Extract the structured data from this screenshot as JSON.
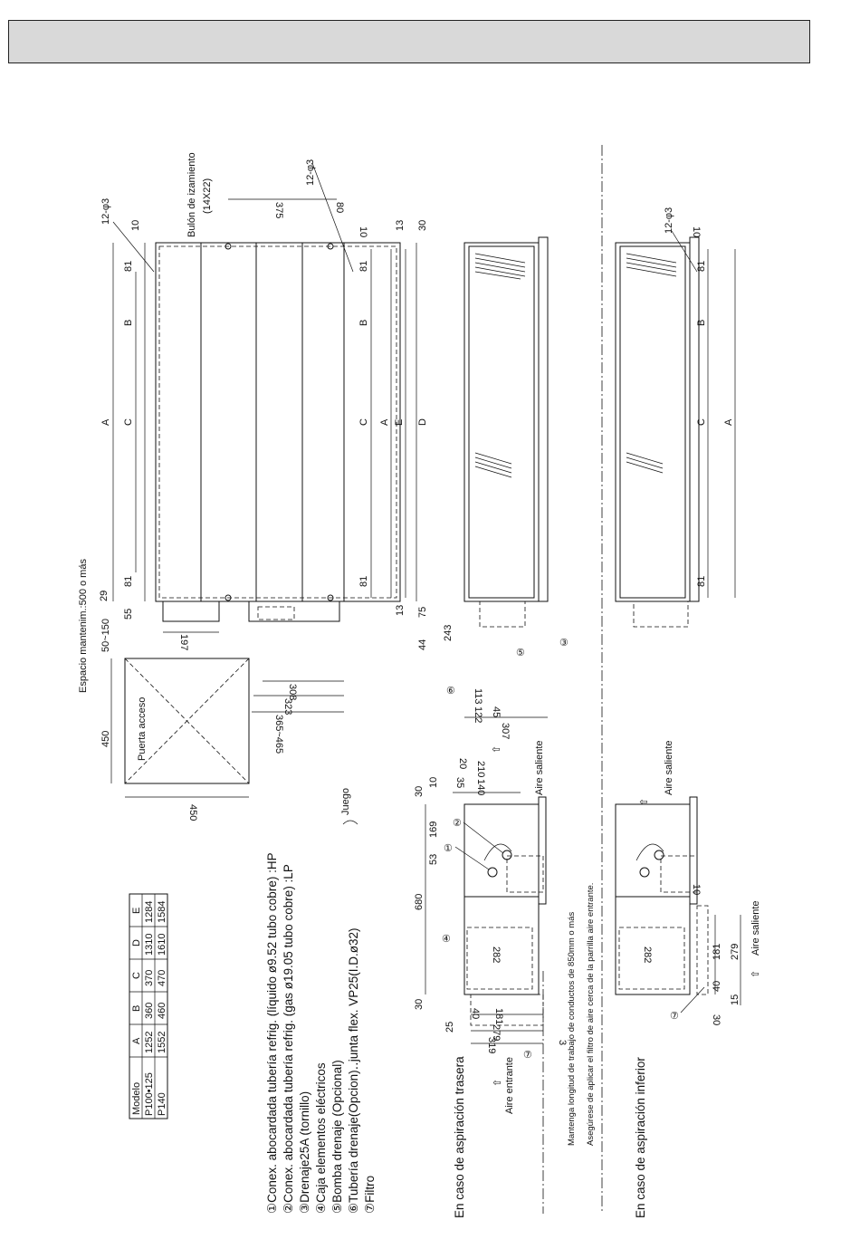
{
  "model_table": {
    "headers": [
      "Modelo",
      "A",
      "B",
      "C",
      "D",
      "E"
    ],
    "rows": [
      [
        "P100•125",
        "1252",
        "360",
        "370",
        "1310",
        "1284"
      ],
      [
        "P140",
        "1552",
        "460",
        "470",
        "1610",
        "1584"
      ]
    ]
  },
  "legend": [
    "①Conex. abocardada tubería refrig. (líquido ø9.52 tubo cobre) :HP",
    "②Conex. abocardada tubería refrig. (gas ø19.05 tubo cobre) :LP",
    "③Drenaje25A (tornillo)",
    "④Caja elementos eléctricos",
    "⑤Bomba drenaje (Opcional)",
    "⑥Tubería drenaje(Opcion)‥junta flex. VP25(I.D.ø32)",
    "⑦Filtro"
  ],
  "legend_bracket_label": "Juego",
  "sections": {
    "rear": "En caso de aspiración trasera",
    "bottom": "En caso de aspiración inferior"
  },
  "labels": {
    "maintenance_space": "Espacio mantenim.:500 o más",
    "access_door": "Puerta acceso",
    "lifting_bolt": "Bulón de izamiento",
    "lifting_bolt_size": "(14X22)",
    "holes": "12-φ3",
    "air_in": "Aire entrante",
    "air_out": "Aire saliente",
    "duct_note": "Mantenga longitud de trabajo de conductos de 850mm o más",
    "filter_note": "Asegúrese de aplicar el filtro de aire cerca de la parrilla aire entrante."
  },
  "dims": {
    "d450": "450",
    "d50_150": "50~150",
    "d197": "197",
    "d55": "55",
    "d29": "29",
    "d10": "10",
    "d375": "375",
    "d80": "80",
    "d13": "13",
    "d30": "30",
    "d81": "81",
    "dA": "A",
    "dB": "B",
    "dC": "C",
    "dD": "D",
    "dE": "E",
    "d75": "75",
    "d44": "44",
    "d243": "243",
    "d308": "308",
    "d323": "323",
    "d365_465": "365~465",
    "d113": "113",
    "d45": "45",
    "d122": "122",
    "d307": "307",
    "d20": "20",
    "d210": "210",
    "d35": "35",
    "d140": "140",
    "d169": "169",
    "d53": "53",
    "d680": "680",
    "d282": "282",
    "d25": "25",
    "d181": "181",
    "d279": "279",
    "d319": "319",
    "d3": "3",
    "d40": "40",
    "d15": "15"
  },
  "callouts": [
    "①",
    "②",
    "③",
    "④",
    "⑤",
    "⑥",
    "⑦"
  ]
}
